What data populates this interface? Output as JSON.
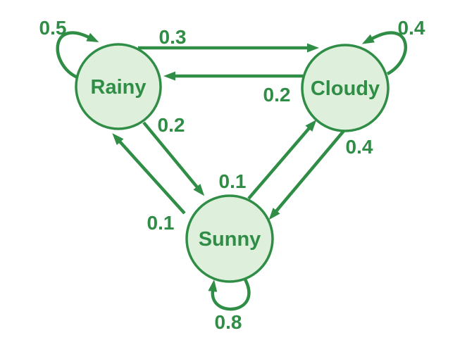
{
  "diagram": {
    "type": "markov-chain-state-transition-diagram",
    "accent_color": "#2f8d46",
    "node_fill_color": "#def0dc",
    "background_color": "#ffffff",
    "nodes": [
      {
        "id": "rainy",
        "label": "Rainy"
      },
      {
        "id": "cloudy",
        "label": "Cloudy"
      },
      {
        "id": "sunny",
        "label": "Sunny"
      }
    ],
    "edges": [
      {
        "from": "Rainy",
        "to": "Rainy",
        "probability": "0.5"
      },
      {
        "from": "Rainy",
        "to": "Cloudy",
        "probability": "0.3"
      },
      {
        "from": "Rainy",
        "to": "Sunny",
        "probability": "0.2"
      },
      {
        "from": "Cloudy",
        "to": "Cloudy",
        "probability": "0.4"
      },
      {
        "from": "Cloudy",
        "to": "Rainy",
        "probability": "0.2"
      },
      {
        "from": "Cloudy",
        "to": "Sunny",
        "probability": "0.4"
      },
      {
        "from": "Sunny",
        "to": "Sunny",
        "probability": "0.8"
      },
      {
        "from": "Sunny",
        "to": "Rainy",
        "probability": "0.1"
      },
      {
        "from": "Sunny",
        "to": "Cloudy",
        "probability": "0.1"
      }
    ]
  }
}
